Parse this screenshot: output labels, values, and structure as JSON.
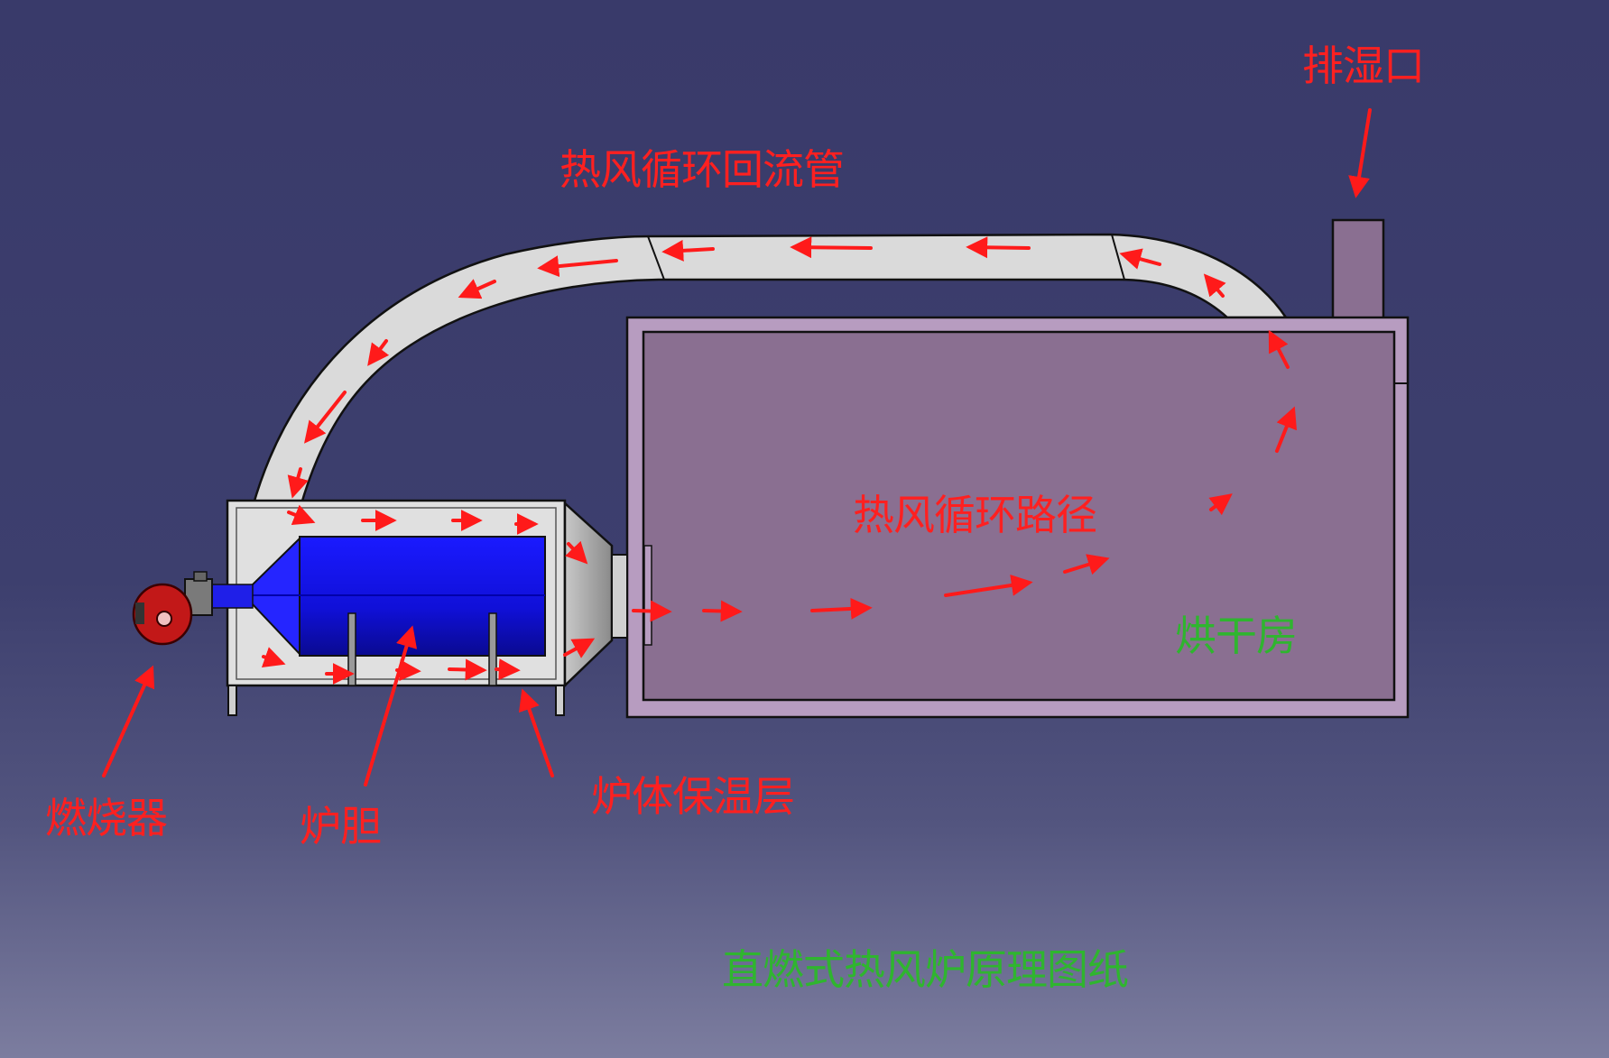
{
  "labels": {
    "exhaust_port": "排湿口",
    "return_duct": "热风循环回流管",
    "circulation_path": "热风循环路径",
    "drying_room": "烘干房",
    "burner": "燃烧器",
    "furnace_chamber": "炉胆",
    "insulation_layer": "炉体保温层",
    "diagram_caption": "直燃式热风炉原理图纸"
  },
  "colors": {
    "background_top": "#393a6a",
    "background_bottom": "#7c7d9f",
    "label_red": "#ff2020",
    "label_green": "#2fb52f",
    "arrow_red": "#ff1a1a",
    "duct": "#d9d9d9",
    "drying_room": "#8a6f91",
    "furnace_chamber": "#1212e6",
    "furnace_body": "#e0e0e0",
    "burner": "#cc1f1f"
  },
  "icons": [
    "flow-arrow-icon",
    "leader-arrow-icon"
  ]
}
